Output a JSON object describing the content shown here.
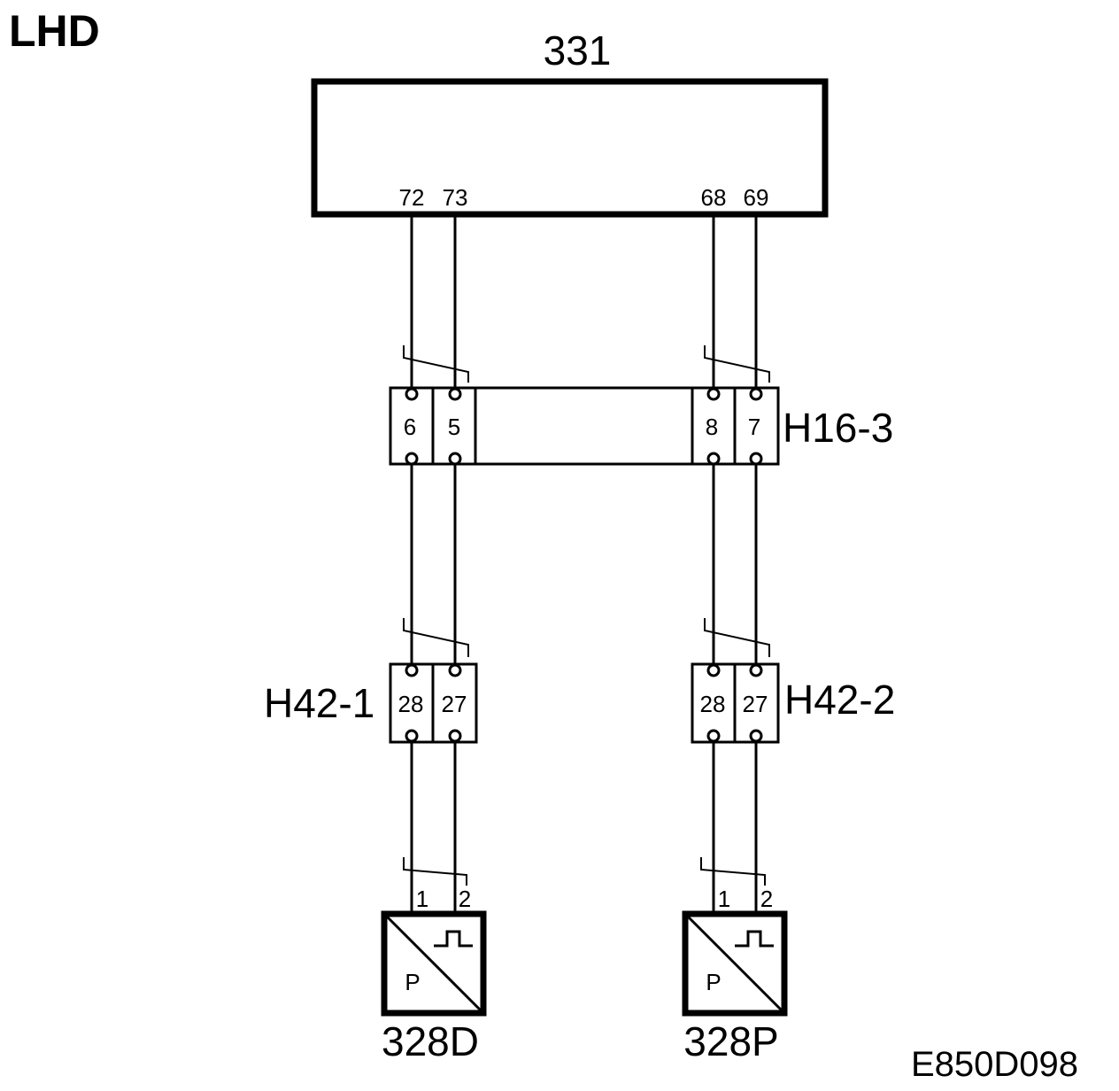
{
  "header": {
    "label": "LHD"
  },
  "ecu": {
    "id": "331",
    "pins": [
      "72",
      "73",
      "68",
      "69"
    ]
  },
  "connector_h16": {
    "name": "H16-3",
    "pins": [
      "6",
      "5",
      "8",
      "7"
    ]
  },
  "connector_h42_1": {
    "name": "H42-1",
    "pins": [
      "28",
      "27"
    ]
  },
  "connector_h42_2": {
    "name": "H42-2",
    "pins": [
      "28",
      "27"
    ]
  },
  "sensor_left": {
    "name": "328D",
    "pins": [
      "1",
      "2"
    ],
    "symbol_letter": "P"
  },
  "sensor_right": {
    "name": "328P",
    "pins": [
      "1",
      "2"
    ],
    "symbol_letter": "P"
  },
  "footer": {
    "reference": "E850D098"
  }
}
